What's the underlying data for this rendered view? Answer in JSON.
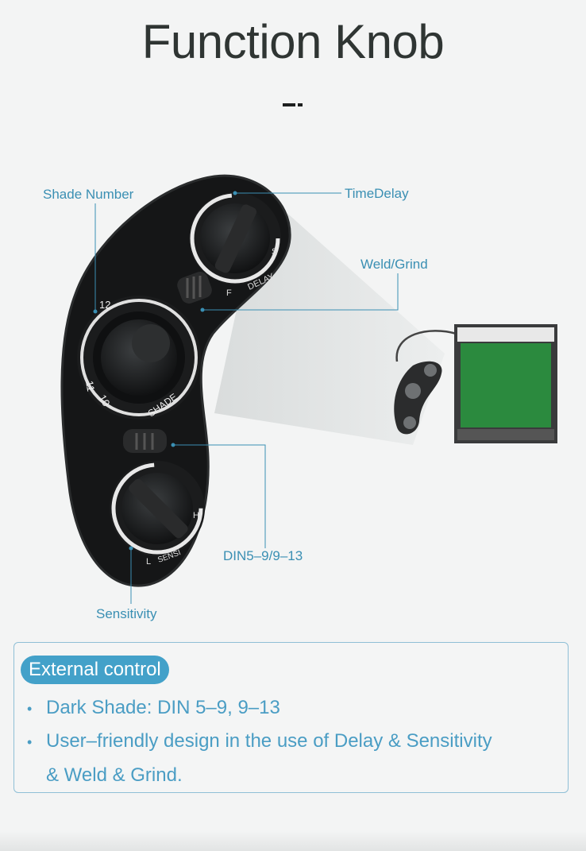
{
  "page": {
    "title": "Function Knob"
  },
  "callouts": {
    "shade_number": "Shade Number",
    "time_delay": "TimeDelay",
    "weld_grind": "Weld/Grind",
    "din": "DIN5–9/9–13",
    "sensitivity": "Sensitivity"
  },
  "knob_markings": {
    "delay": "DELAY",
    "delay_f": "F",
    "delay_s": "S",
    "shade": "SHADE",
    "shade_12": "12",
    "shade_11": "11",
    "shade_10": "10",
    "sensi": "SENSI",
    "sensi_l": "L",
    "sensi_h": "H"
  },
  "panel": {
    "badge": "External control",
    "bullets": [
      "Dark Shade: DIN 5–9, 9–13",
      "User–friendly design in the use of Delay & Sensitivity"
    ],
    "bullet_continuation": "& Weld & Grind."
  },
  "colors": {
    "accent": "#43a1c9",
    "text_blue": "#4a9dc4",
    "title": "#2f3533",
    "lens_green": "#2b8a3e"
  },
  "icons": {
    "bullet": "bullet-dot-icon"
  }
}
